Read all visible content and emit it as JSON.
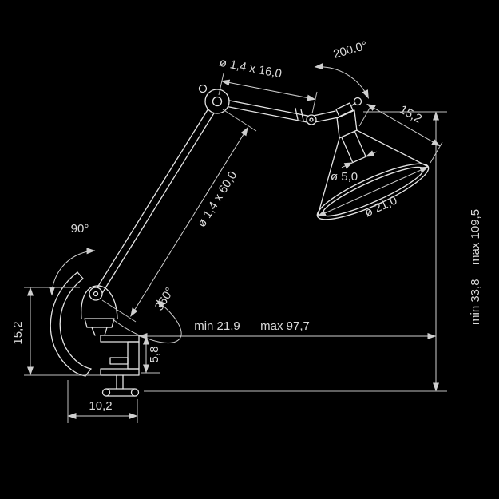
{
  "canvas": {
    "background_color": "#000000",
    "line_color": "#e4e4e4",
    "text_color": "#dadada"
  },
  "annotations": {
    "upper_arm": "ø 1,4 x 16,0",
    "shade_rotation": "200.0°",
    "shade_side": "15,2",
    "shade_neck": "ø 5,0",
    "shade_diameter": "ø 21,0",
    "lower_arm": "ø 1,4 x 60,0",
    "elbow_angle": "90°",
    "base_rotation": "360°",
    "reach_min": "min 21,9",
    "reach_max": "max 97,7",
    "height_min": "min 33,8",
    "height_max": "max 109,5",
    "clamp_height": "15,2",
    "clamp_jaw": "5,8",
    "clamp_depth": "10,2"
  }
}
